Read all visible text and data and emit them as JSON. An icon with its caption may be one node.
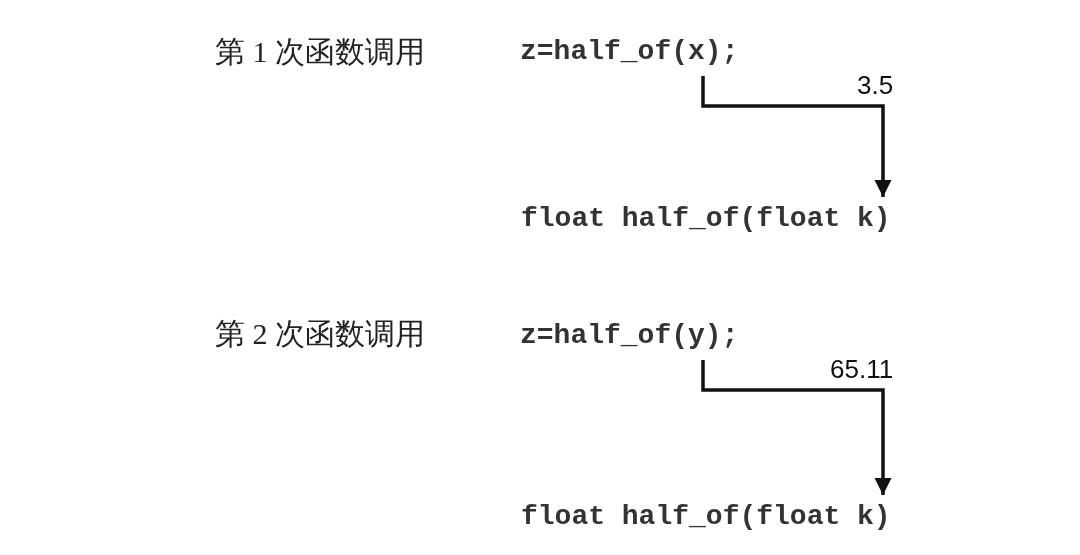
{
  "diagram": {
    "nodes": [
      {
        "text": [
          "z=half_of(x);"
        ]
      },
      {
        "text": [
          "float half_of(float k)"
        ]
      },
      {
        "text": [
          "z=half_of(y);"
        ]
      },
      {
        "text": [
          "float half_of(float k)"
        ]
      }
    ],
    "edges": [
      {
        "from": 0,
        "to": 1,
        "arrow": "to",
        "label": "3.5"
      },
      {
        "from": 2,
        "to": 3,
        "arrow": "to",
        "label": "65.11"
      }
    ],
    "labels": [
      "第 1 次函数调用",
      "第 2 次函数调用"
    ]
  }
}
